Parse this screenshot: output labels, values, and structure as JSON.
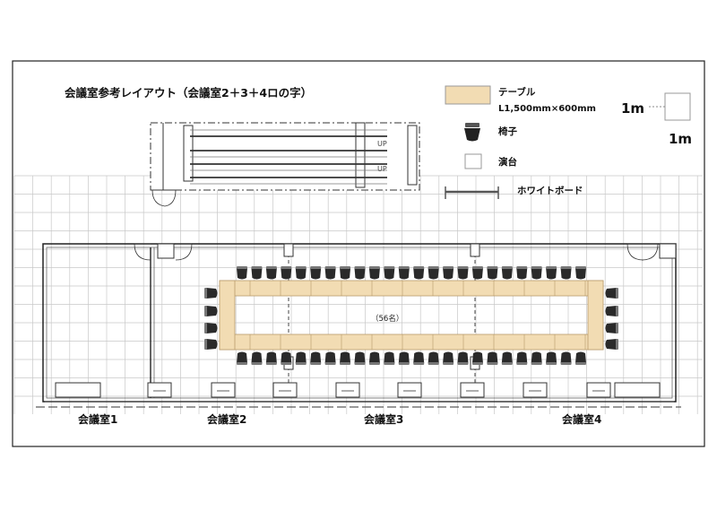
{
  "title": "会議室参考レイアウト（会議室2＋3＋4ロの字）",
  "legend": {
    "table_label": "テーブル",
    "table_size": "L1,500mm×600mm",
    "chair_label": "椅子",
    "stage_label": "演台",
    "whiteboard_label": "ホワイトボード",
    "scale_h": "1m",
    "scale_v": "1m"
  },
  "stairs": {
    "up_label_1": "UP",
    "up_label_2": "UP"
  },
  "capacity_label": "（56名）",
  "rooms": [
    "会議室1",
    "会議室2",
    "会議室3",
    "会議室4"
  ],
  "colors": {
    "table_fill": "#f2dcb3",
    "table_stroke": "#b89a6a",
    "grid": "#c8c8c8",
    "wall": "#222222",
    "chair": "#2a2a2a"
  }
}
